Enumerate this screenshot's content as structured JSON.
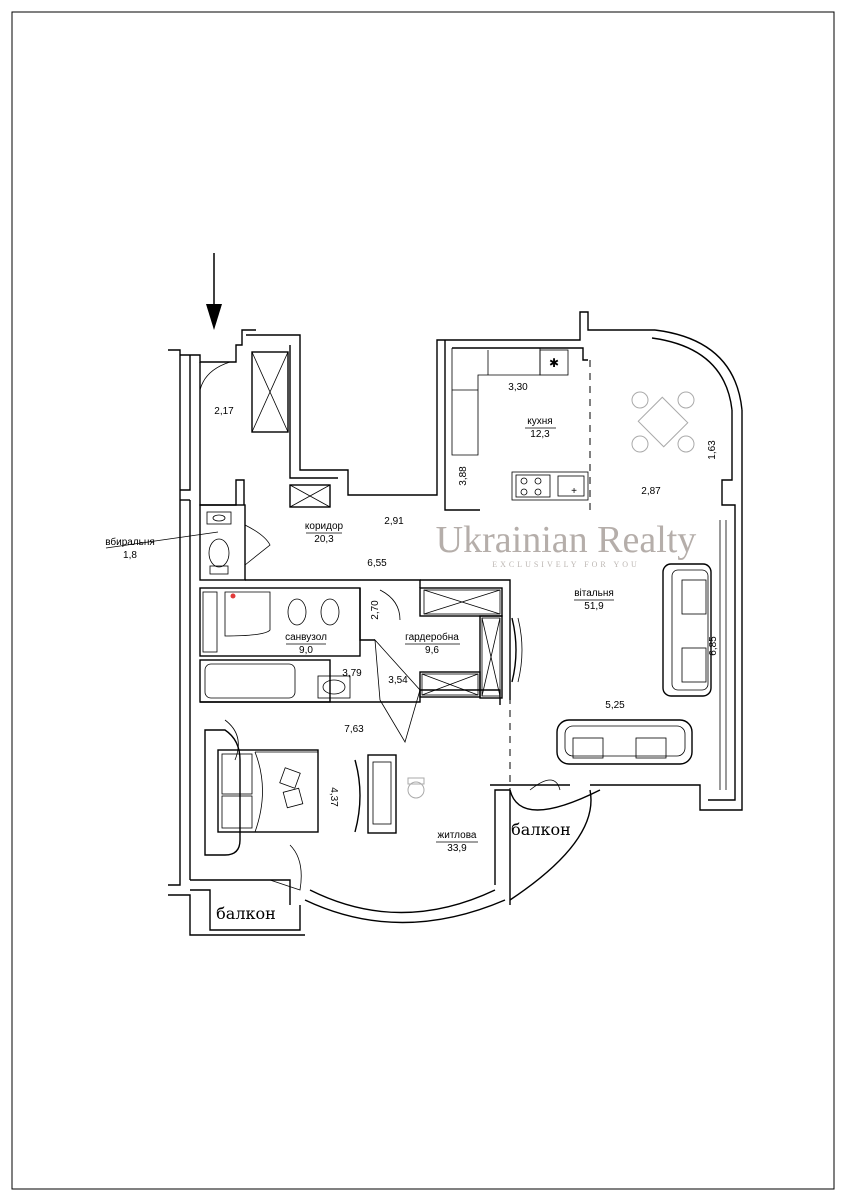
{
  "watermark": {
    "title": "Ukrainian Realty",
    "subtitle": "EXCLUSIVELY FOR YOU"
  },
  "rooms": {
    "kitchen": {
      "name": "кухня",
      "area": "12,3"
    },
    "corridor": {
      "name": "коридор",
      "area": "20,3"
    },
    "toilet": {
      "name": "вбиральня",
      "area": "1,8"
    },
    "bathroom": {
      "name": "санвузол",
      "area": "9,0"
    },
    "wardrobe": {
      "name": "гардеробна",
      "area": "9,6"
    },
    "living": {
      "name": "вітальня",
      "area": "51,9"
    },
    "bedroom": {
      "name": "житлова",
      "area": "33,9"
    },
    "balcony_left": {
      "name": "балкон"
    },
    "balcony_right": {
      "name": "балкон"
    }
  },
  "dimensions": {
    "entry_width": "2,17",
    "kitchen_width": "3,30",
    "kitchen_depth": "3,88",
    "corridor_width": "2,91",
    "corridor_length": "6,55",
    "living_bay": "1,63",
    "living_depth": "2,87",
    "living_length": "6,85",
    "living_width": "5,25",
    "wardrobe_width": "2,70",
    "bath_width": "3,79",
    "wardrobe_length": "3,54",
    "bedroom_width": "7,63",
    "bedroom_depth": "4,37"
  }
}
